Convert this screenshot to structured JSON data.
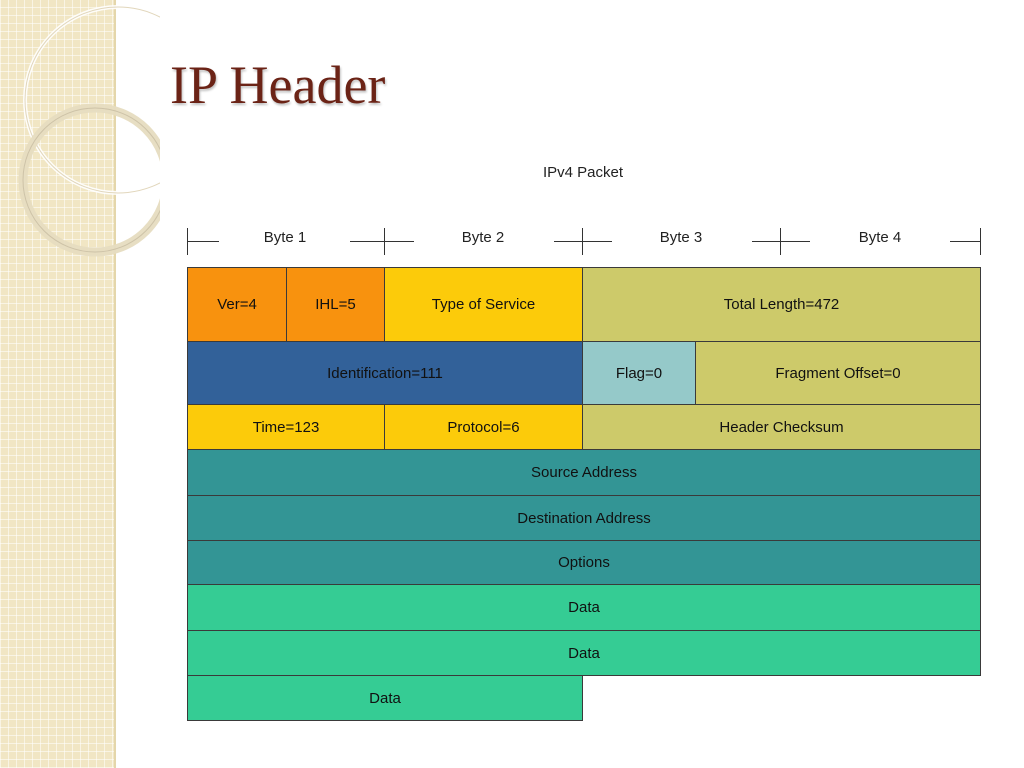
{
  "slide": {
    "title": "IP Header"
  },
  "diagram": {
    "title": "IPv4 Packet",
    "bytes": [
      "Byte 1",
      "Byte 2",
      "Byte 3",
      "Byte 4"
    ],
    "row1": {
      "ver": "Ver=4",
      "ihl": "IHL=5",
      "tos": "Type of Service",
      "total_length": "Total Length=472"
    },
    "row2": {
      "identification": "Identification=111",
      "flag": "Flag=0",
      "fragment_offset": "Fragment Offset=0"
    },
    "row3": {
      "time": "Time=123",
      "protocol": "Protocol=6",
      "checksum": "Header Checksum"
    },
    "source": "Source Address",
    "destination": "Destination Address",
    "options": "Options",
    "data": [
      "Data",
      "Data",
      "Data"
    ]
  },
  "colors": {
    "orange": "#f8920e",
    "yellow": "#fccb0a",
    "olive": "#cdca6a",
    "blue": "#326199",
    "light_blue": "#95c9c9",
    "teal": "#339595",
    "green": "#35cc94",
    "title": "#6b2316"
  }
}
